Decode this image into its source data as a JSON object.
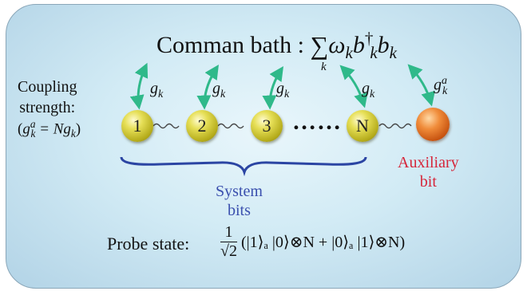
{
  "title": {
    "text": "Comman bath :",
    "sum": "∑",
    "sum_index": "k",
    "omega": "ω",
    "k": "k",
    "b": "b",
    "dagger": "†"
  },
  "coupling": {
    "line1": "Coupling",
    "line2": "strength:",
    "eq_open": "(",
    "g": "g",
    "a": "a",
    "k": "k",
    "eq_mid": " = N",
    "eq_close": ")"
  },
  "couplings": [
    {
      "g": "g",
      "sub": "k"
    },
    {
      "g": "g",
      "sub": "k"
    },
    {
      "g": "g",
      "sub": "k"
    },
    {
      "g": "g",
      "sub": "k"
    },
    {
      "g": "g",
      "sub": "k",
      "sup": "a"
    }
  ],
  "qubits": [
    "1",
    "2",
    "3",
    "N"
  ],
  "dots": "……",
  "auxiliary": {
    "line1": "Auxiliary",
    "line2": "bit"
  },
  "system": {
    "line1": "System",
    "line2": "bits"
  },
  "probe": {
    "label": "Probe state:",
    "num": "1",
    "den": "√2",
    "body": "(|1⟩ₐ |0⟩⊗N + |0⟩ₐ |1⟩⊗N)"
  },
  "colors": {
    "arrow": "#2fb98a",
    "qubit": "#d7cf3f",
    "auxiliary": "#e0702a",
    "auxiliary_text": "#d6263a",
    "system_text": "#3a4fae",
    "brace": "#2b45a3"
  }
}
